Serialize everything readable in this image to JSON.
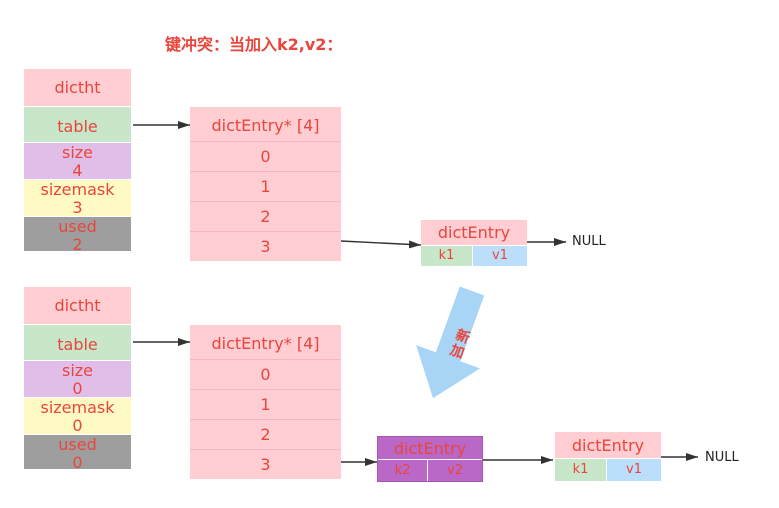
{
  "title": "键冲突：当加入k2,v2：",
  "annotation": "新加",
  "colors": {
    "text_red": "#e8463c",
    "pink": "#ffcdd2",
    "green": "#c8e6c9",
    "lavender": "#e1bee7",
    "yellow": "#fff9c4",
    "gray": "#9e9e9e",
    "blue": "#bbdefb",
    "purple": "#ba68c8",
    "purple_border": "#a855b5",
    "row_line": "#f4b7bf",
    "arrow": "#333333",
    "note_arrow": "#a8d5f6"
  },
  "panels": [
    {
      "dictht": {
        "header": "dictht",
        "table": "table",
        "size": {
          "label": "size",
          "value": "4"
        },
        "sizemask": {
          "label": "sizemask",
          "value": "3"
        },
        "used": {
          "label": "used",
          "value": "2"
        }
      },
      "bucket_array": {
        "header": "dictEntry* [4]",
        "slots": [
          "0",
          "1",
          "2",
          "3"
        ]
      },
      "chain": [
        {
          "label": "dictEntry",
          "key": "k1",
          "value": "v1"
        }
      ],
      "null_label": "NULL"
    },
    {
      "dictht": {
        "header": "dictht",
        "table": "table",
        "size": {
          "label": "size",
          "value": "0"
        },
        "sizemask": {
          "label": "sizemask",
          "value": "0"
        },
        "used": {
          "label": "used",
          "value": "0"
        }
      },
      "bucket_array": {
        "header": "dictEntry* [4]",
        "slots": [
          "0",
          "1",
          "2",
          "3"
        ]
      },
      "chain": [
        {
          "label": "dictEntry",
          "key": "k2",
          "value": "v2"
        },
        {
          "label": "dictEntry",
          "key": "k1",
          "value": "v1"
        }
      ],
      "null_label": "NULL"
    }
  ]
}
